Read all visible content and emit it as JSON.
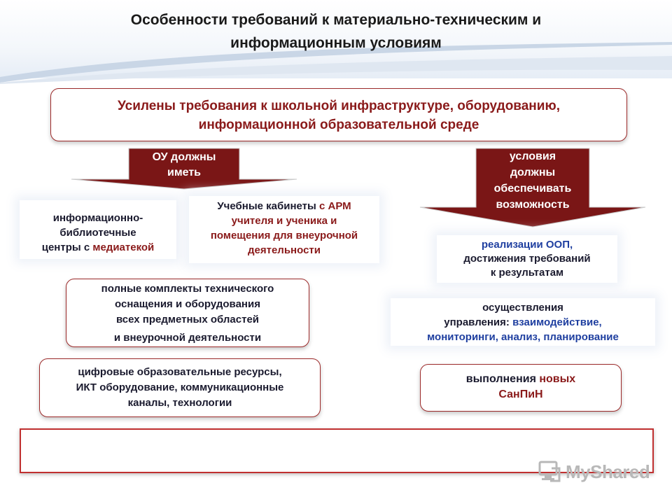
{
  "slide": {
    "title_line1": "Особенности требований к материально-техническим и",
    "title_line2": "информационным условиям"
  },
  "main_box": {
    "line1": "Усилены требования к школьной инфраструктуре, оборудованию,",
    "line2": "информационной образовательной среде"
  },
  "left_arrow": {
    "line1": "ОУ должны",
    "line2": "иметь"
  },
  "right_arrow": {
    "line1": "условия",
    "line2": "должны",
    "line3": "обеспечивать",
    "line4": "возможность"
  },
  "left_items": {
    "library": {
      "line1": "информационно-",
      "line2": "библиотечные",
      "line3a": "центры с ",
      "line3b": "медиатекой"
    },
    "classrooms": {
      "line1a": "Учебные кабинеты ",
      "line1b": "с АРМ",
      "line2": "учителя и ученика и",
      "line3": "помещения для внеурочной",
      "line4": "деятельности"
    },
    "equipment": {
      "line1": "полные комплекты технического",
      "line2": "оснащения и оборудования",
      "line3": "всех предметных областей",
      "line4": "и внеурочной деятельности"
    },
    "digital": {
      "line1": "цифровые образовательные ресурсы,",
      "line2": "ИКТ оборудование, коммуникационные",
      "line3": "каналы, технологии"
    }
  },
  "right_items": {
    "oop": {
      "line1": "реализации ООП,",
      "line2": "достижения требований",
      "line3": "к результатам"
    },
    "management": {
      "line1": "осуществления",
      "line2a": "управления: ",
      "line2b": "взаимодействие,",
      "line3": "мониторинги, анализ, планирование"
    },
    "sanpin": {
      "line1a": "выполнения ",
      "line1b": "новых",
      "line2": "СанПиН"
    }
  },
  "watermark": {
    "text": "MyShared",
    "icon": "myshared-logo-icon"
  },
  "colors": {
    "accent": "#8a1a1a",
    "arrow_fill": "#7a1616",
    "border": "#9c2a2a"
  }
}
